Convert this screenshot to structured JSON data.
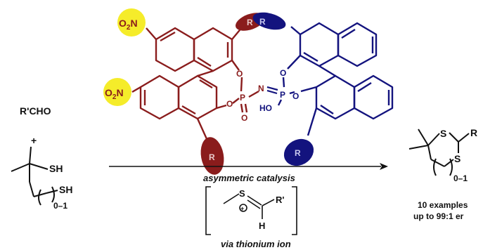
{
  "colors": {
    "left_half": "#8a1c1c",
    "right_half": "#13137e",
    "nitro_highlight": "#f5ec2a",
    "black": "#111111",
    "r_label": "#e9c9c9",
    "r_label_blue": "#c9c9ee"
  },
  "reagents": {
    "aldehyde": "R'CHO",
    "plus": "+",
    "dithiol_sh_top": "SH",
    "dithiol_sh_bottom": "SH",
    "dithiol_subscript": "0–1"
  },
  "catalyst": {
    "nitro_top": "O2N",
    "nitro_bottom": "O2N",
    "r_top_left": "R",
    "r_top_right": "R",
    "r_bottom_left": "R",
    "r_bottom_right": "R",
    "o_left_top": "O",
    "o_left_bottom": "O",
    "p_left": "P",
    "o_double_left": "O",
    "n_imino": "N",
    "p_right": "P",
    "o_right_top": "O",
    "o_right_bottom": "O",
    "ho_label": "HO"
  },
  "arrow": {
    "label_top": "asymmetric catalysis",
    "label_bottom": "via thionium ion"
  },
  "intermediate": {
    "s_plus": "S",
    "charge": "+",
    "r_prime": "R'",
    "h_label": "H"
  },
  "product": {
    "s_top": "S",
    "s_bottom": "S",
    "r_label": "R",
    "subscript": "0–1",
    "examples": "10 examples",
    "er": "up to 99:1 er"
  }
}
